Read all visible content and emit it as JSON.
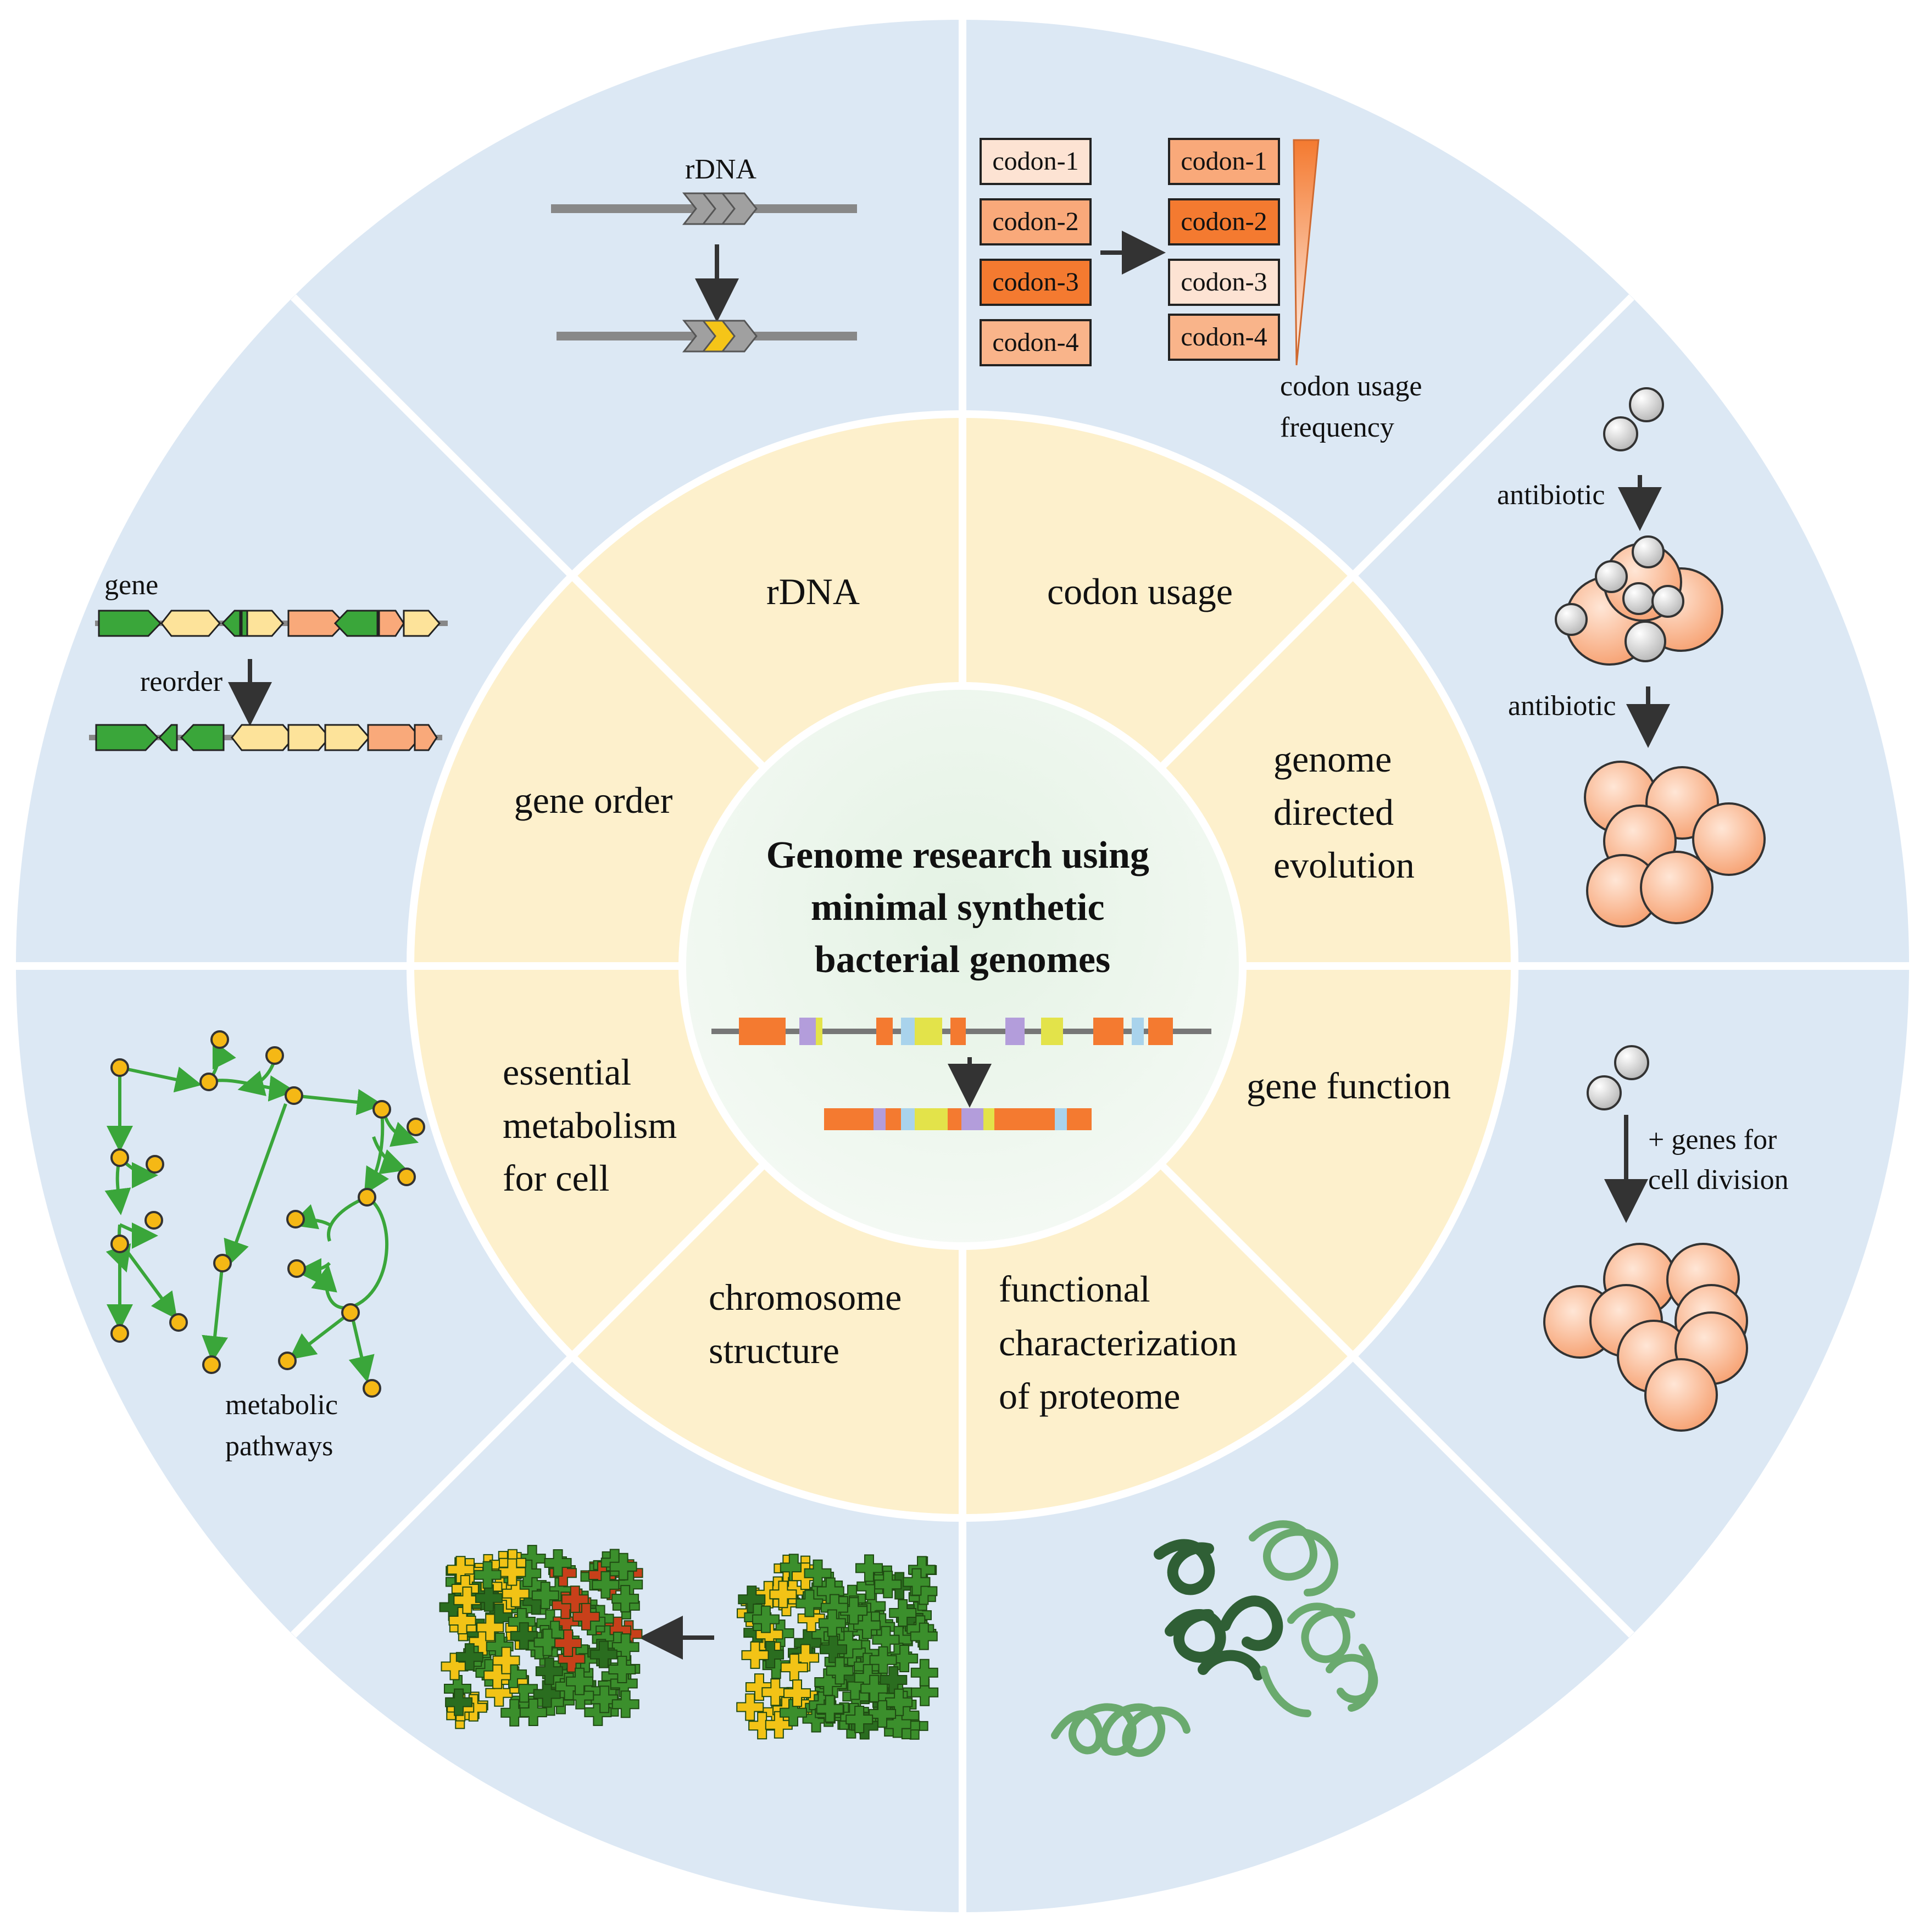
{
  "center": {
    "title_lines": [
      "Genome research using",
      "minimal synthetic",
      "bacterial genomes"
    ]
  },
  "inner_ring": {
    "rdna": "rDNA",
    "codon_usage": "codon usage",
    "genome_directed_evolution": [
      "genome",
      "directed",
      "evolution"
    ],
    "gene_function": "gene function",
    "functional_characterization": [
      "functional",
      "characterization",
      "of proteome"
    ],
    "chromosome_structure": [
      "chromosome",
      "structure"
    ],
    "essential_metabolism": [
      "essential",
      "metabolism",
      "for cell"
    ],
    "gene_order": "gene order"
  },
  "outer_ring": {
    "rdna_label": "rDNA",
    "codon_left": [
      "codon-1",
      "codon-2",
      "codon-3",
      "codon-4"
    ],
    "codon_right": [
      "codon-1",
      "codon-2",
      "codon-3",
      "codon-4"
    ],
    "codon_freq_label": [
      "codon usage",
      "frequency"
    ],
    "antibiotic_1": "antibiotic",
    "antibiotic_2": "antibiotic",
    "cell_division_label": [
      "+ genes for",
      "cell division"
    ],
    "metabolic_label": [
      "metabolic",
      "pathways"
    ],
    "gene_label": "gene",
    "reorder_label": "reorder"
  },
  "colors": {
    "outer_fill": "#dce8f4",
    "inner_fill": "#fdf0cc",
    "center_fill": "#ddeedd",
    "orange_dark": "#f47a30",
    "orange_mid": "#f9a97a",
    "orange_light": "#fde3d3",
    "green": "#3aa63a",
    "yellow": "#f5c518",
    "cell_orange": "#f9b48a"
  }
}
